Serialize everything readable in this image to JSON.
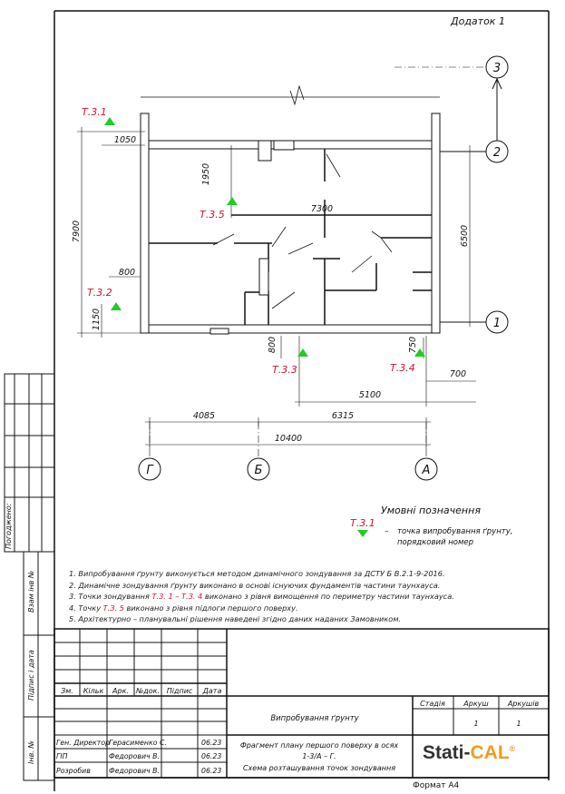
{
  "sheet": {
    "appendix": "Додаток 1",
    "format": "Формат А4"
  },
  "axes": {
    "rows": [
      "1",
      "2",
      "3"
    ],
    "cols": [
      "Г",
      "Б",
      "А"
    ]
  },
  "dimensions": {
    "d4085": "4085",
    "d6315": "6315",
    "d10400": "10400",
    "d5100": "5100",
    "d700": "700",
    "d7900": "7900",
    "d6500": "6500",
    "d1050": "1050",
    "d1950": "1950",
    "d7300": "7300",
    "d800a": "800",
    "d1150": "1150",
    "d800b": "800",
    "d750": "750"
  },
  "points": [
    {
      "label": "Т.3.1",
      "color": "#22cc22"
    },
    {
      "label": "Т.3.2",
      "color": "#22cc22"
    },
    {
      "label": "Т.3.3",
      "color": "#22cc22"
    },
    {
      "label": "Т.3.4",
      "color": "#22cc22"
    },
    {
      "label": "Т.3.5",
      "color": "#22cc22"
    }
  ],
  "legend": {
    "title": "Умовні позначення",
    "sample_label": "Т.3.1",
    "dash": "–",
    "line1": "точка випробування ґрунту,",
    "line2": "порядковий номер"
  },
  "notes": {
    "n1": "1.  Випробування ґрунту виконується методом динамічного зондування за ДСТУ Б В.2.1-9-2016.",
    "n2": "2.  Динамічне зондування ґрунту виконано в основі існуючих фундаментів частини таунхауса.",
    "n3a": "3.  Точки зондування ",
    "n3r": "Т.З. 1 – Т.З. 4",
    "n3b": "  виконано з рівня вимощення по периметру частини таунхауса.",
    "n4a": "4.  Точку ",
    "n4r": "Т.З. 5",
    "n4b": " виконано з рівня підлоги першого поверху.",
    "n5": "5.  Архітектурно – планувальні рішення наведені згідно даних наданих Замовником."
  },
  "side_stamp": {
    "agreed": "Погоджено:",
    "inv_swap": "Взам інв №",
    "sign_date": "Підпис і дата",
    "inv": "Інв. №"
  },
  "title_block": {
    "headers": [
      "Зм.",
      "Кільк",
      "Арк.",
      "№док.",
      "Підпис",
      "Дата"
    ],
    "staff": [
      {
        "role": "Ген. Директор",
        "name": "Герасименко С.",
        "date": "06.23"
      },
      {
        "role": "ГІП",
        "name": "Федорович В.",
        "date": "06.23"
      },
      {
        "role": "Розробив",
        "name": "Федорович В.",
        "date": "06.23"
      }
    ],
    "project": "Випробування ґрунту",
    "stage_label": "Стадія",
    "sheet_label": "Аркуш",
    "sheets_label": "Аркушів",
    "stage": "",
    "sheet": "1",
    "sheets": "1",
    "desc1": "Фрагмент плану першого поверху в осях",
    "desc2": "1-3/А – Г.",
    "desc3": "Схема розташування точок зондування",
    "logo_a": "Stati-",
    "logo_b": "CAL",
    "logo_reg": "®"
  }
}
